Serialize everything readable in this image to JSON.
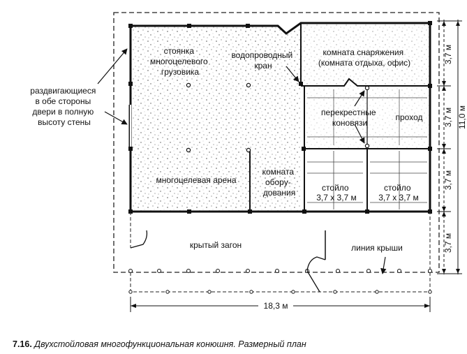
{
  "labels": {
    "truck_parking": [
      "стоянка",
      "многоцелевого",
      "грузовика"
    ],
    "water_tap": [
      "водопроводный",
      "кран"
    ],
    "tack_room": [
      "комната снаряжения",
      "(комната отдыха, офис)"
    ],
    "sliding_doors": [
      "раздвигающиеся",
      "в обе стороны",
      "двери в полную",
      "высоту стены"
    ],
    "cross_ties": [
      "перекрестные",
      "коновязи"
    ],
    "aisle": "проход",
    "arena": "многоцелевая арена",
    "equipment_room": [
      "комната",
      "обору-",
      "дования"
    ],
    "stall_1": [
      "стойло",
      "3,7 х 3,7 м"
    ],
    "stall_2": [
      "стойло",
      "3,7 х 3,7 м"
    ],
    "covered_pen": "крытый загон",
    "roof_line": "линия крыши"
  },
  "dimensions": {
    "right_segments": [
      "3,7 м",
      "3,7 м",
      "3,7 м",
      "3,7 м"
    ],
    "right_total": "11,0 м",
    "bottom_total": "18,3 м"
  },
  "caption": {
    "number": "7.16.",
    "text": "Двухстойловая многофункциональная конюшня. Размерный план"
  }
}
